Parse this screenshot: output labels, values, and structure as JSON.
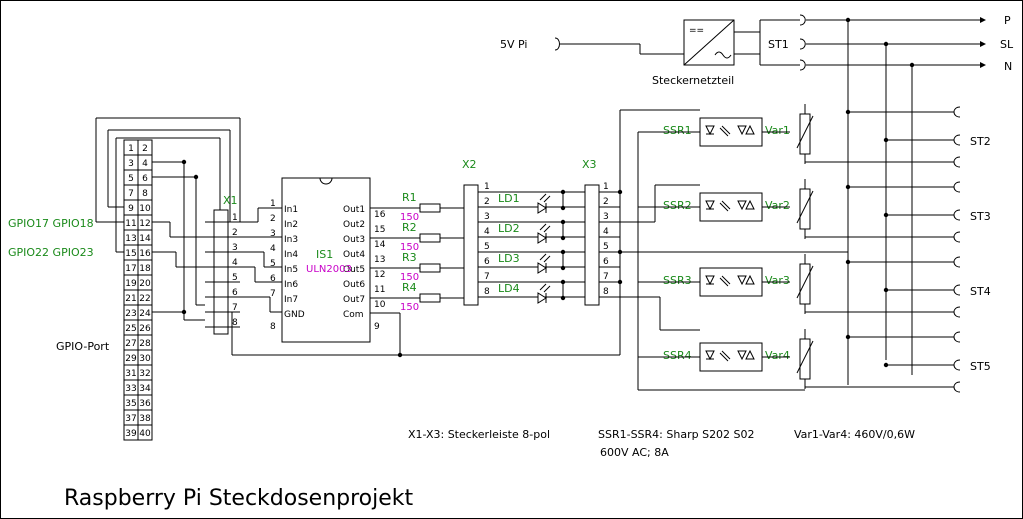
{
  "title": "Raspberry Pi Steckdosenprojekt",
  "gpio_header": {
    "label": "GPIO-Port",
    "pins": [
      "1",
      "2",
      "3",
      "4",
      "5",
      "6",
      "7",
      "8",
      "9",
      "10",
      "11",
      "12",
      "13",
      "14",
      "15",
      "16",
      "17",
      "18",
      "19",
      "20",
      "21",
      "22",
      "23",
      "24",
      "25",
      "26",
      "27",
      "28",
      "29",
      "30",
      "31",
      "32",
      "33",
      "34",
      "35",
      "36",
      "37",
      "38",
      "39",
      "40"
    ],
    "gpio_label_1": "GPIO17 GPIO18",
    "gpio_label_2": "GPIO22 GPIO23"
  },
  "x1": {
    "name": "X1",
    "pins": [
      "1",
      "2",
      "3",
      "4",
      "5",
      "6",
      "7",
      "8"
    ]
  },
  "x2": {
    "name": "X2",
    "pins": [
      "1",
      "2",
      "3",
      "4",
      "5",
      "6",
      "7",
      "8"
    ]
  },
  "x3": {
    "name": "X3",
    "pins": [
      "1",
      "2",
      "3",
      "4",
      "5",
      "6",
      "7",
      "8"
    ]
  },
  "ic": {
    "name": "IS1",
    "part": "ULN2003",
    "left_pins": [
      "In1",
      "In2",
      "In3",
      "In4",
      "In5",
      "In6",
      "In7",
      "GND"
    ],
    "left_nums": [
      "1",
      "2",
      "3",
      "4",
      "5",
      "6",
      "7",
      "8"
    ],
    "right_pins": [
      "Out1",
      "Out2",
      "Out3",
      "Out4",
      "Out5",
      "Out6",
      "Out7",
      "Com"
    ],
    "right_nums": [
      "16",
      "15",
      "14",
      "13",
      "12",
      "11",
      "10",
      "9"
    ]
  },
  "resistors": [
    {
      "name": "R1",
      "value": "150"
    },
    {
      "name": "R2",
      "value": "150"
    },
    {
      "name": "R3",
      "value": "150"
    },
    {
      "name": "R4",
      "value": "150"
    }
  ],
  "leds": [
    "LD1",
    "LD2",
    "LD3",
    "LD4"
  ],
  "ssr": [
    "SSR1",
    "SSR2",
    "SSR3",
    "SSR4"
  ],
  "var": [
    "Var1",
    "Var2",
    "Var3",
    "Var4"
  ],
  "sockets": [
    "ST2",
    "ST3",
    "ST4",
    "ST5"
  ],
  "power": {
    "input_label": "5V Pi",
    "psu_label": "Steckernetzteil",
    "st1": "ST1",
    "lines": [
      "P",
      "SL",
      "N"
    ]
  },
  "notes": {
    "connectors": "X1-X3: Steckerleiste 8-pol",
    "ssr": "SSR1-SSR4: Sharp S202 S02",
    "ssr_rating": "600V AC; 8A",
    "var": "Var1-Var4: 460V/0,6W"
  }
}
